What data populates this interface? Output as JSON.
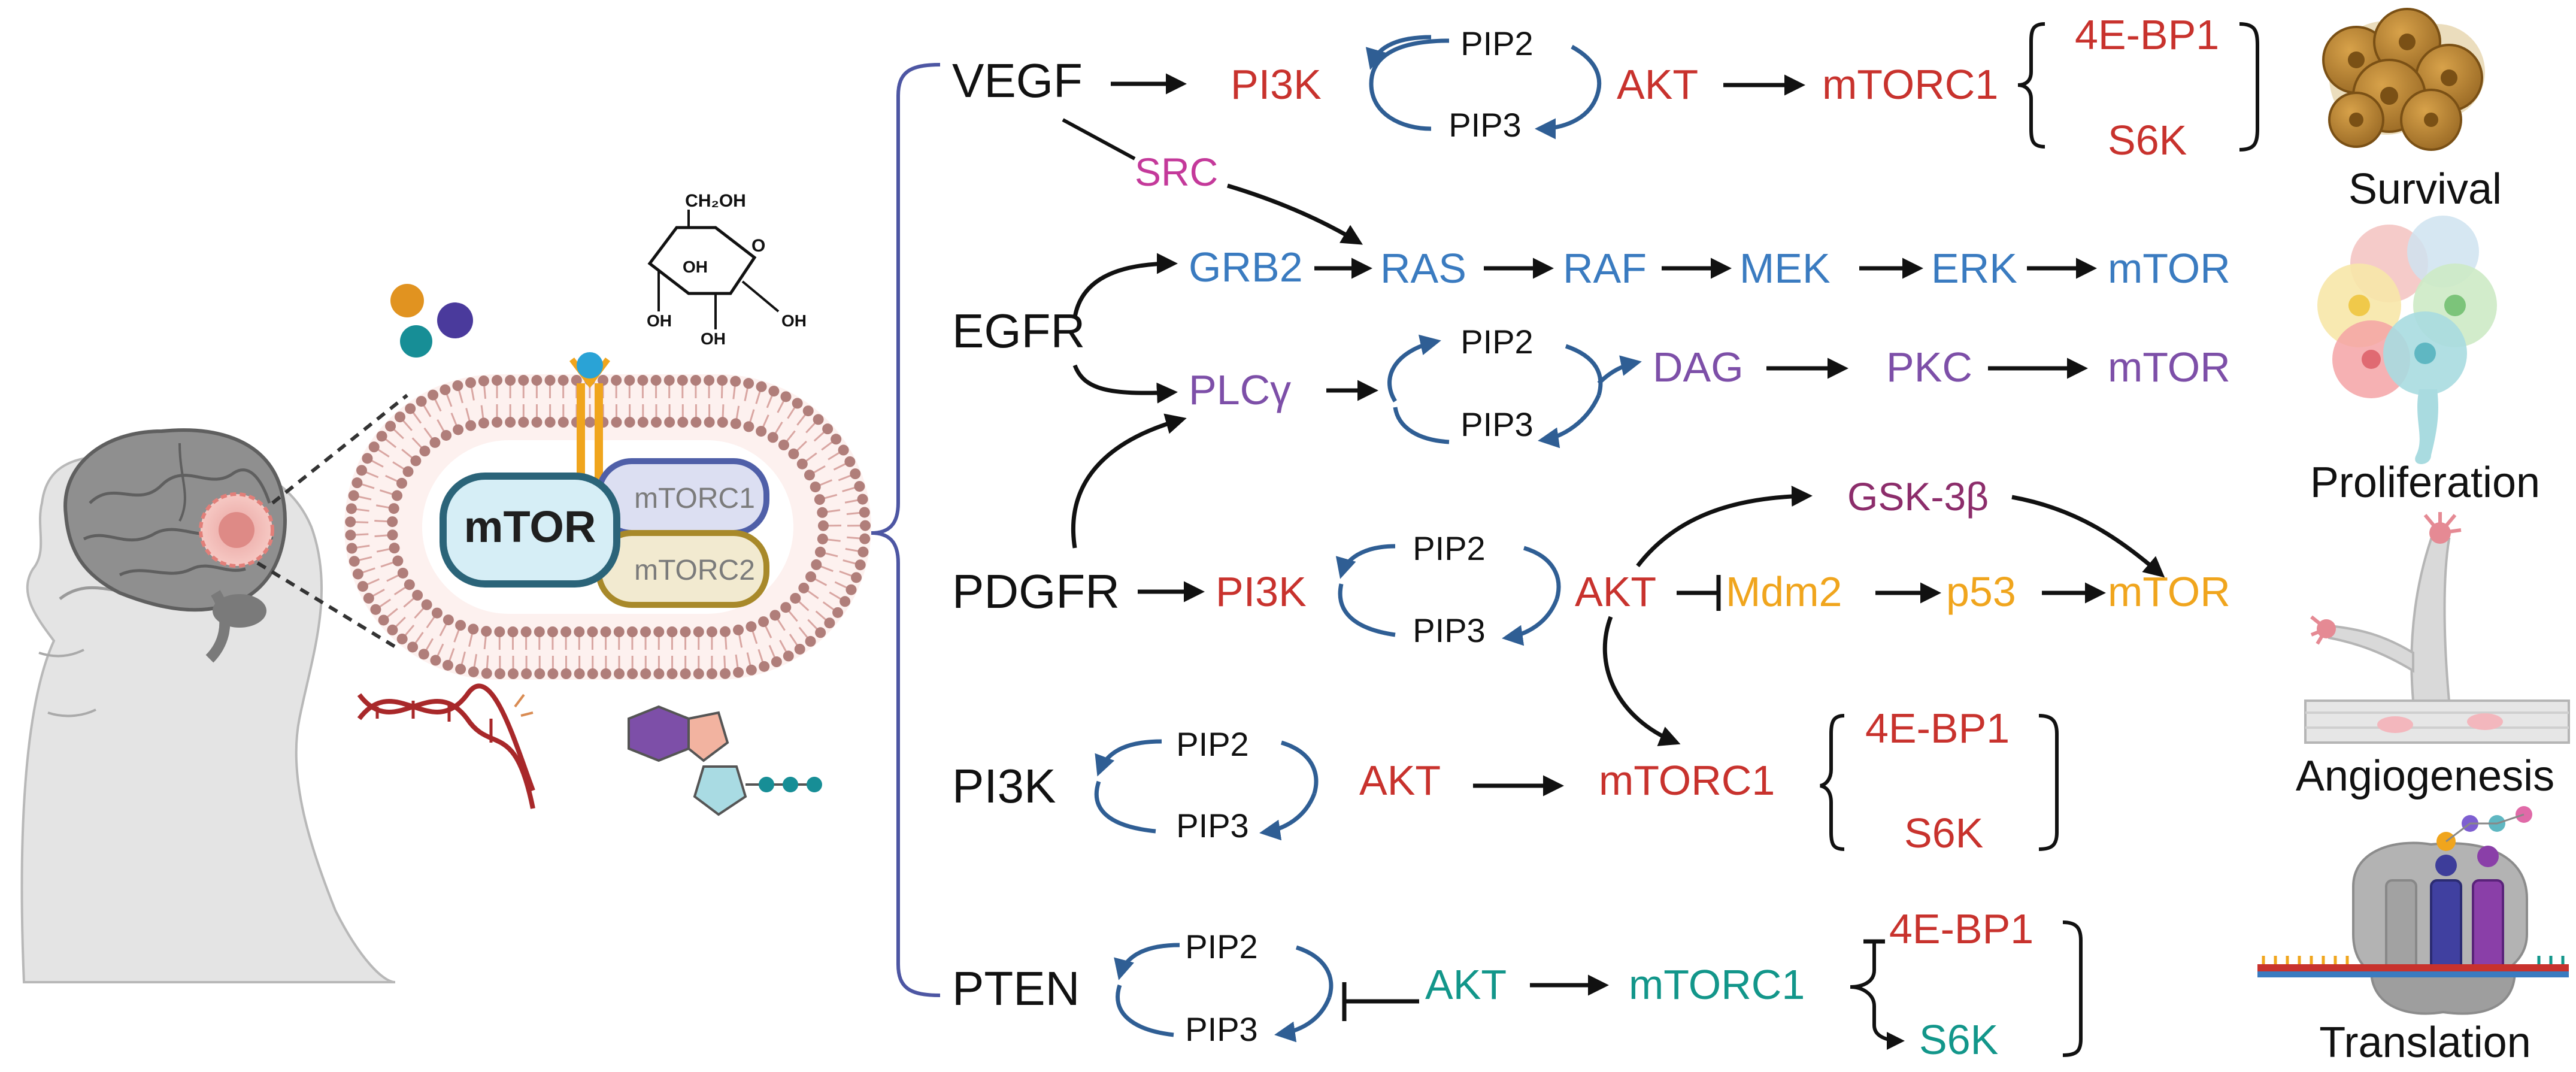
{
  "colors": {
    "black": "#111111",
    "red": "#c8322d",
    "blue": "#3a7bc0",
    "purple": "#7d4fa8",
    "magenta": "#c4399a",
    "gold": "#f0a51d",
    "teal": "#12968a",
    "darkmagenta": "#8c2d6b",
    "cycle": "#2f5e94",
    "bracket": "#4d56a3",
    "membrane": "#b07e7a",
    "mtor_fill": "#d6eef6",
    "mtor_stroke": "#2b6479",
    "mtorc1_fill": "#dcdff2",
    "mtorc1_stroke": "#4f5fa8",
    "mtorc2_fill": "#f2ead0",
    "mtorc2_stroke": "#a8892a"
  },
  "cell": {
    "mtor": "mTOR",
    "mtorc1": "mTORC1",
    "mtorc2": "mTORC2",
    "glucose": {
      "ch2oh": "CH₂OH",
      "oh": "OH",
      "o": "O"
    }
  },
  "cycle": {
    "top": "PIP2",
    "bottom": "PIP3"
  },
  "pathways": {
    "vegf": {
      "receptor": "VEGF",
      "pi3k": "PI3K",
      "src": "SRC",
      "akt": "AKT",
      "mtorc1": "mTORC1",
      "ebp1": "4E-BP1",
      "s6k": "S6K"
    },
    "egfr": {
      "receptor": "EGFR",
      "grb2": "GRB2",
      "ras": "RAS",
      "raf": "RAF",
      "mek": "MEK",
      "erk": "ERK",
      "mtor_ras": "mTOR",
      "plcg": "PLCγ",
      "dag": "DAG",
      "pkc": "PKC",
      "mtor_plc": "mTOR"
    },
    "pdgfr": {
      "receptor": "PDGFR",
      "pi3k": "PI3K",
      "akt": "AKT",
      "gsk": "GSK-3β",
      "mdm2": "Mdm2",
      "p53": "p53",
      "mtor": "mTOR"
    },
    "pi3k": {
      "receptor": "PI3K",
      "akt": "AKT",
      "mtorc1": "mTORC1",
      "ebp1": "4E-BP1",
      "s6k": "S6K"
    },
    "pten": {
      "receptor": "PTEN",
      "akt": "AKT",
      "mtorc1": "mTORC1",
      "ebp1": "4E-BP1",
      "s6k": "S6K"
    }
  },
  "outcomes": {
    "survival": "Survival",
    "proliferation": "Proliferation",
    "angiogenesis": "Angiogenesis",
    "translation": "Translation"
  }
}
